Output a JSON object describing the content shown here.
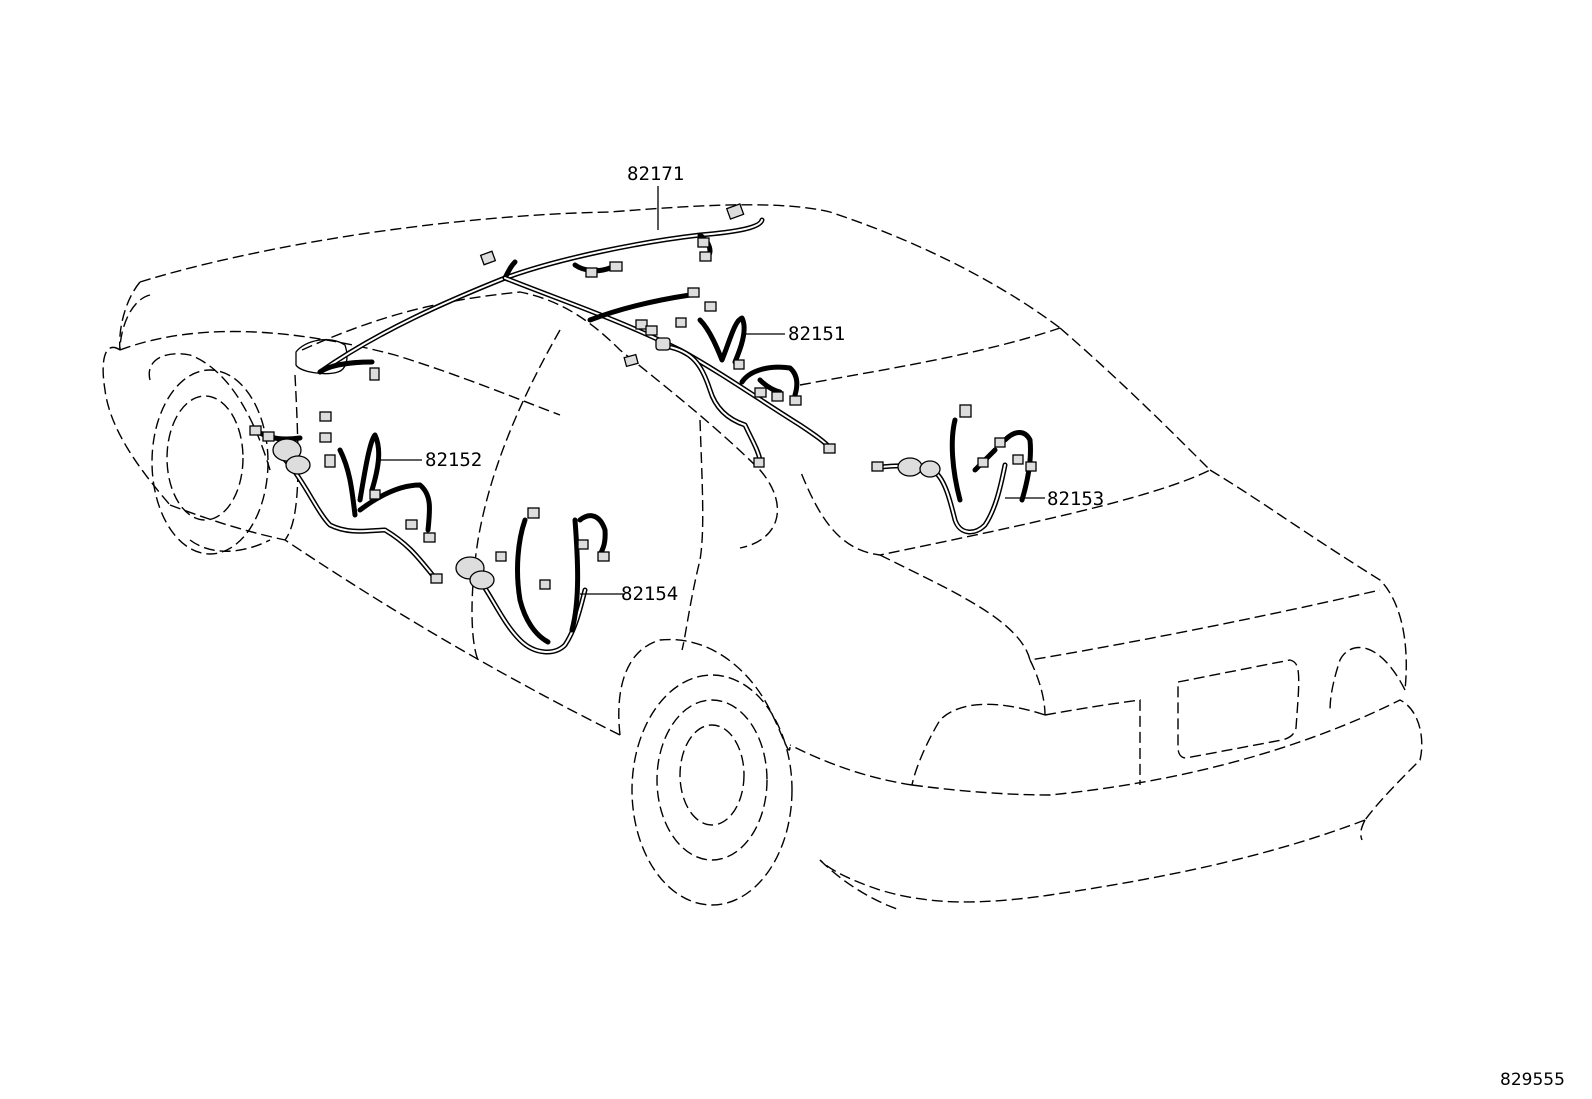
{
  "labels": {
    "p82171": "82171",
    "p82151": "82151",
    "p82152": "82152",
    "p82153": "82153",
    "p82154": "82154"
  },
  "figure_id": "829555"
}
